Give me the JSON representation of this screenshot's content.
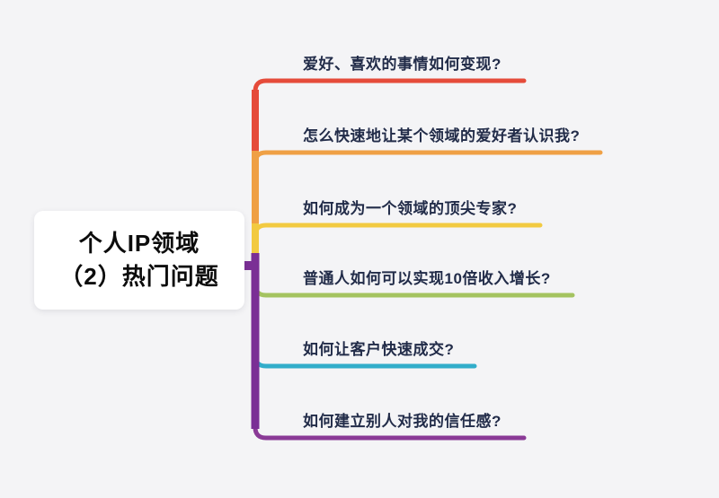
{
  "central": {
    "title_line1": "个人IP领域",
    "title_line2": "（2）热门问题"
  },
  "branches": [
    {
      "label": "爱好、喜欢的事情如何变现?",
      "color": "#e54b3a"
    },
    {
      "label": "怎么快速地让某个领域的爱好者认识我?",
      "color": "#efa045"
    },
    {
      "label": "如何成为一个领域的顶尖专家?",
      "color": "#f2ca41"
    },
    {
      "label": "普通人如何可以实现10倍收入增长?",
      "color": "#a4c360"
    },
    {
      "label": "如何让客户快速成交?",
      "color": "#32adca"
    },
    {
      "label": "如何建立别人对我的信任感?",
      "color": "#8a3a96"
    }
  ],
  "colors": {
    "background": "#f4f4f6",
    "node_background": "#ffffff",
    "node_text": "#0c0c0c",
    "branch_text": "#222c49",
    "trunk": "#7a2f95"
  }
}
